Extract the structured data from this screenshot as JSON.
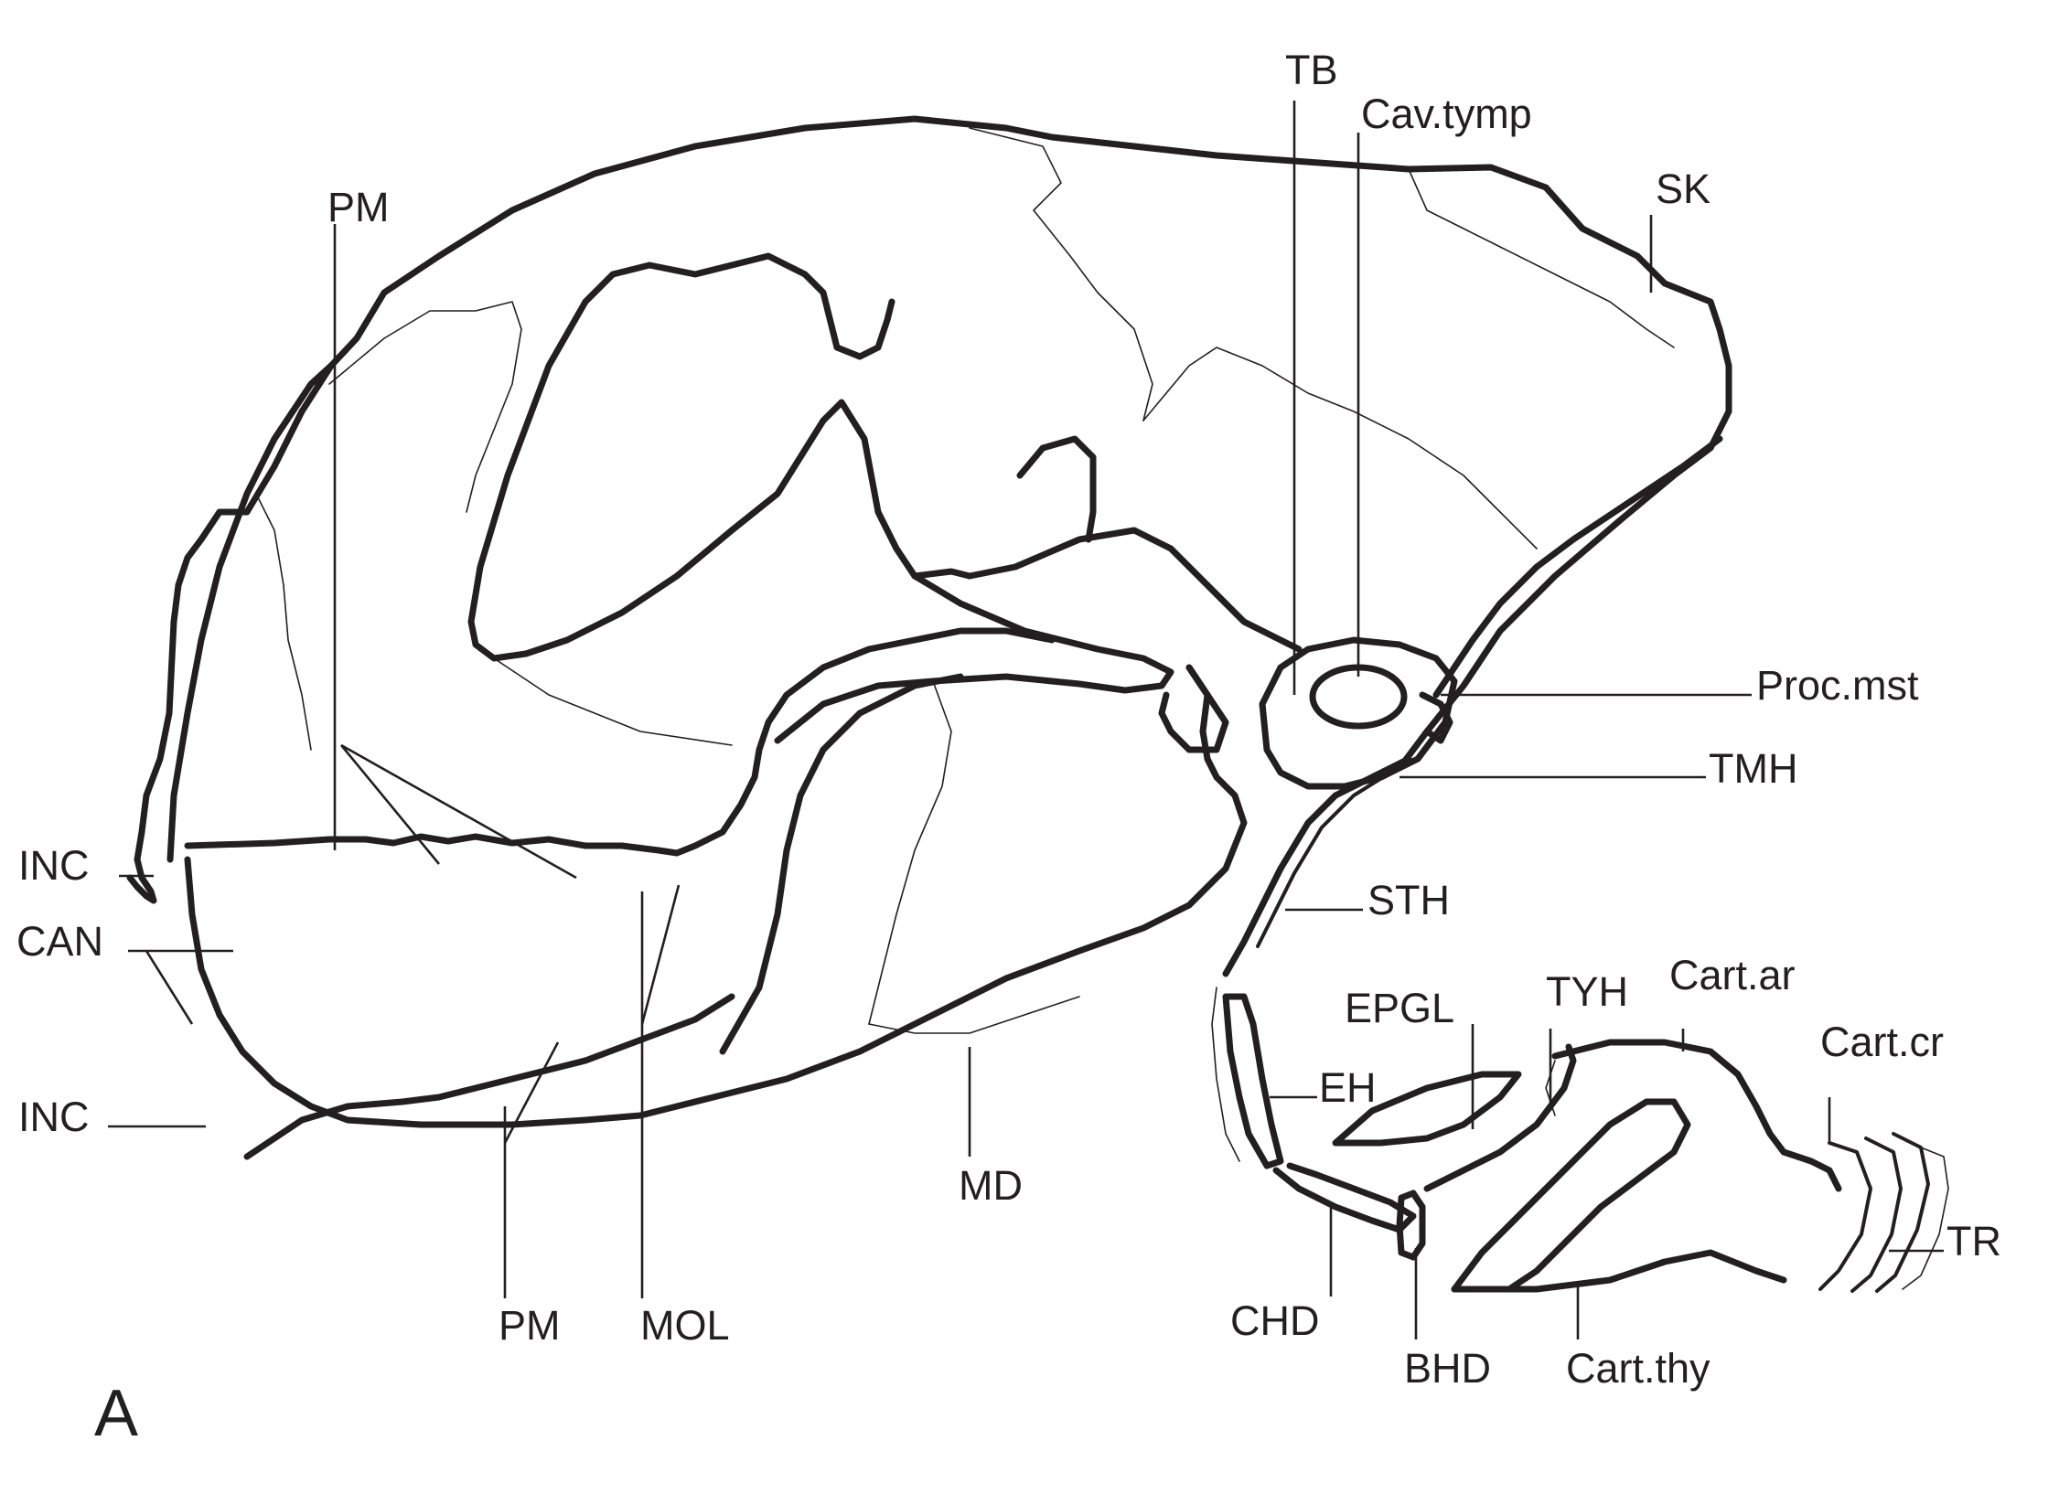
{
  "figure": {
    "panel_letter": "A",
    "labels": {
      "tb": "TB",
      "cav_tymp": "Cav.tymp",
      "sk": "SK",
      "pm_top": "PM",
      "proc_mst": "Proc.mst",
      "tmh": "TMH",
      "sth": "STH",
      "inc_top": "INC",
      "can": "CAN",
      "inc_bottom": "INC",
      "epgl": "EPGL",
      "tyh": "TYH",
      "cart_ar": "Cart.ar",
      "cart_cr": "Cart.cr",
      "eh": "EH",
      "md": "MD",
      "tr": "TR",
      "chd": "CHD",
      "bhd": "BHD",
      "cart_thy": "Cart.thy",
      "pm_bottom": "PM",
      "mol": "MOL"
    },
    "colors": {
      "ink": "#231f20",
      "background": "#ffffff"
    }
  }
}
